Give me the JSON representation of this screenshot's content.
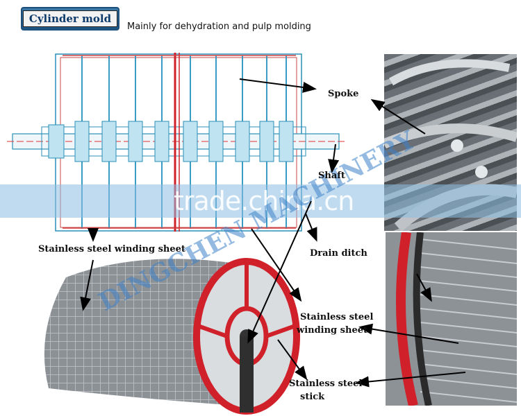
{
  "header": {
    "tag_label": "Cylinder mold",
    "subtitle": "Mainly for dehydration and pulp molding"
  },
  "labels": {
    "spoke": "Spoke",
    "shaft": "Shaft",
    "drain_ditch": "Drain ditch",
    "winding_sheet_left": "Stainless steel winding sheet",
    "winding_sheet_right_1": "Stainless steel",
    "winding_sheet_right_2": "winding sheet",
    "stick_1": "Stainless steel",
    "stick_2": "stick"
  },
  "watermarks": {
    "brand": "DINGCHEN MACHINERY",
    "site": "trade.china.cn"
  },
  "colors": {
    "accent_red": "#d0202a",
    "drawing_blue": "#2a8fb8",
    "tag_blue": "#1f5583"
  }
}
